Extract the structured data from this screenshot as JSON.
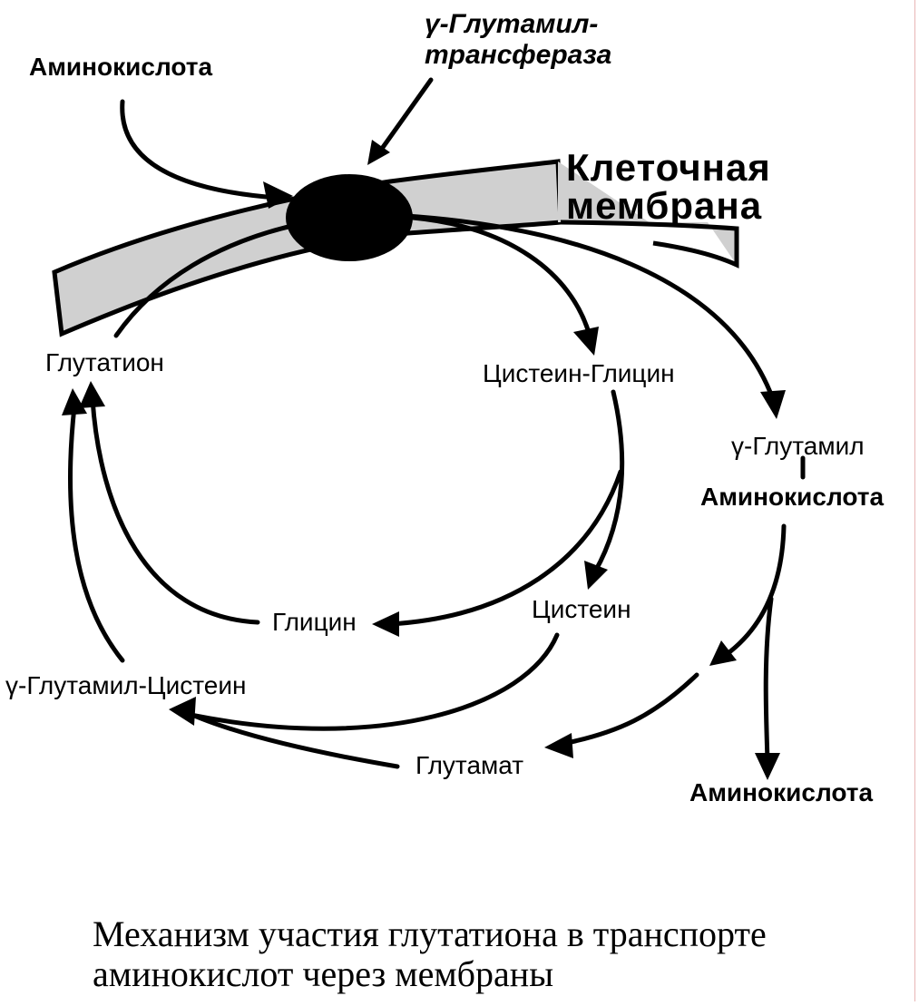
{
  "labels": {
    "enzyme_line1": "γ-Глутамил-",
    "enzyme_line2": "трансфераза",
    "amino_in": "Аминокислота",
    "membrane_line1": "Клеточная",
    "membrane_line2": "мембрана",
    "glutathione": "Глутатион",
    "cys_gly": "Цистеин-Глицин",
    "glu_amino_top": "γ-Глутамил",
    "glu_amino_bottom": "Аминокислота",
    "glycine": "Глицин",
    "cysteine": "Цистеин",
    "glu_cys": "γ-Глутамил-Цистеин",
    "glutamate": "Глутамат",
    "amino_out": "Аминокислота"
  },
  "caption": {
    "line1": "Механизм участия глутатиона в транспорте",
    "line2": "аминокислот через мембраны"
  },
  "colors": {
    "membrane_fill": "#d0d0d0",
    "stroke": "#000000",
    "enzyme": "#000000"
  }
}
